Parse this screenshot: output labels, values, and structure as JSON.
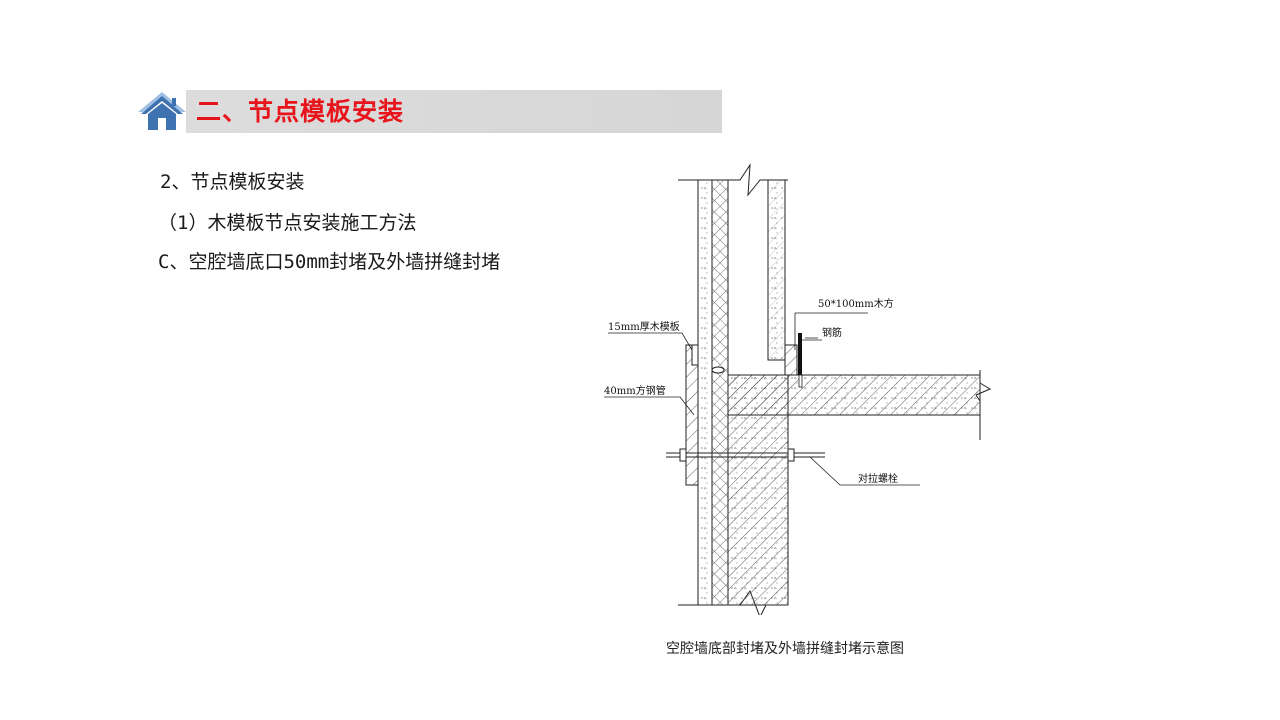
{
  "header": {
    "title": "二、节点模板安装",
    "icon": "home-icon",
    "accent_color": "#e8141b",
    "icon_color": "#3f72b0"
  },
  "content": {
    "line1": "2、节点模板安装",
    "line2": "（1）木模板节点安装施工方法",
    "line3": "C、空腔墙底口50mm封堵及外墙拼缝封堵"
  },
  "figure": {
    "labels": {
      "wood_panel": "15mm厚木模板",
      "steel_pipe": "40mm方钢管",
      "timber": "50*100mm木方",
      "rebar": "钢筋",
      "bolt": "对拉螺栓"
    },
    "caption": "空腔墙底部封堵及外墙拼缝封堵示意图"
  }
}
